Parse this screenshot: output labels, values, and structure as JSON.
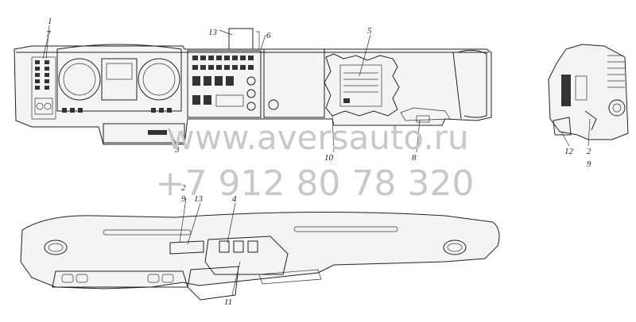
{
  "watermark": {
    "site": "www.aversauto.ru",
    "phone": "+7 912 80 78 320"
  },
  "callouts": {
    "top": [
      "1",
      "7",
      "13",
      "6",
      "5",
      "3",
      "10",
      "8",
      "12",
      "2",
      "9"
    ],
    "bottom": [
      "2",
      "9",
      "13",
      "4",
      "11"
    ]
  },
  "colors": {
    "line": "#222222",
    "watermark": "#c8c8c8",
    "background": "#ffffff"
  }
}
